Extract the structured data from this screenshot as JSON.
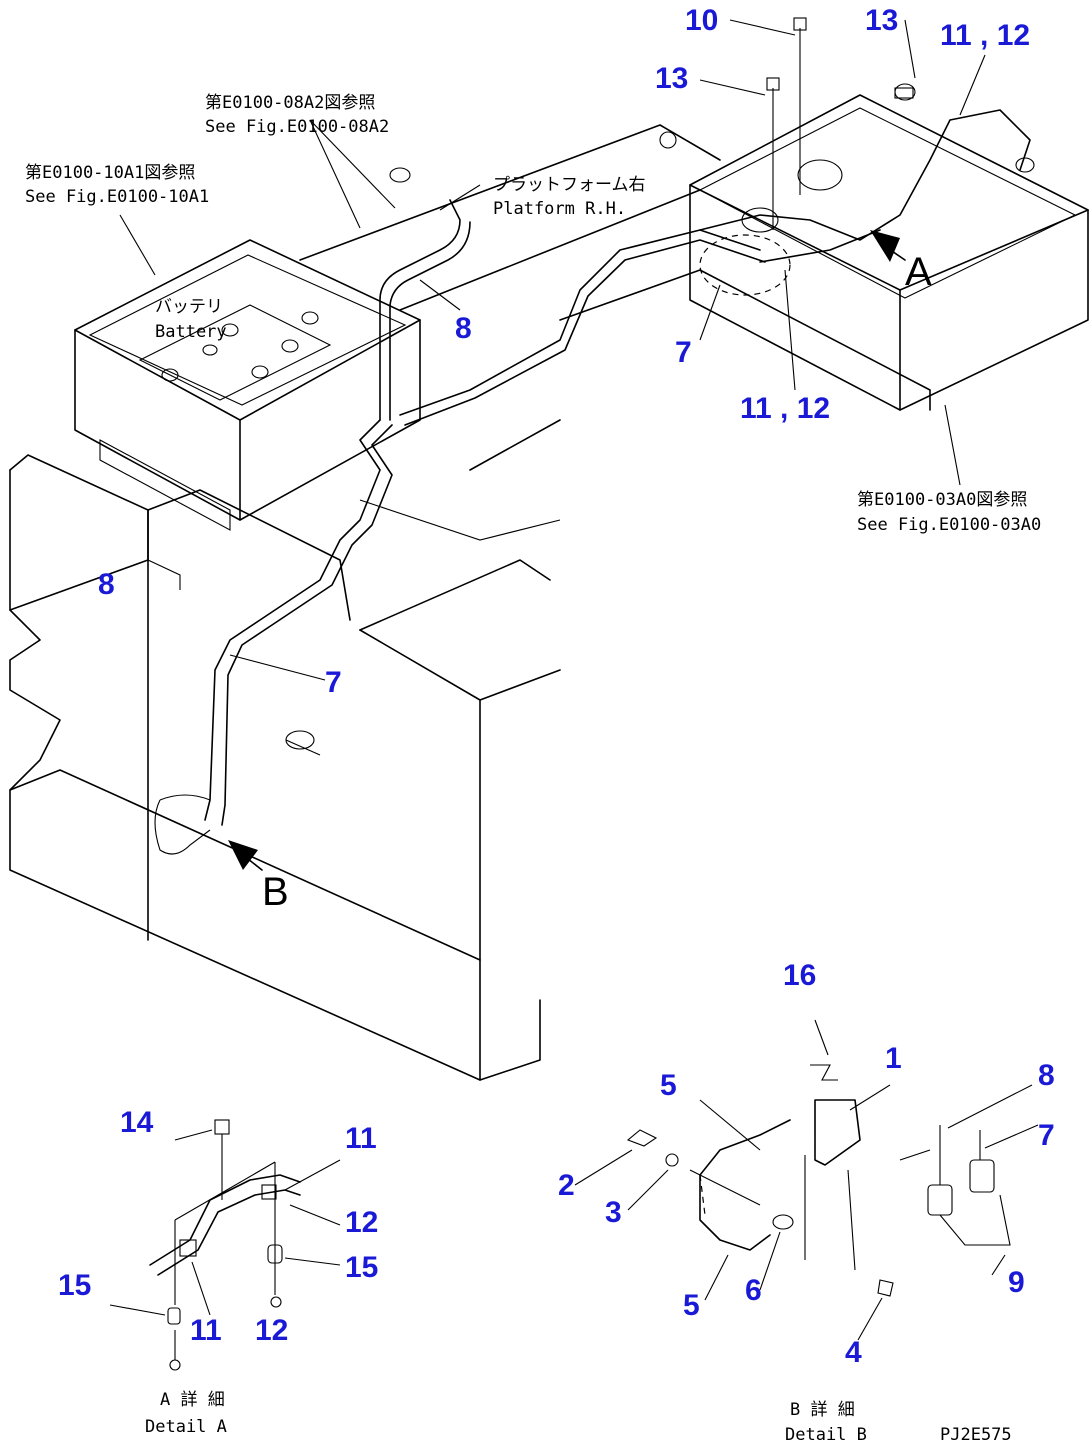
{
  "ref_notes": {
    "ref_08a2_jp": "第E0100-08A2図参照",
    "ref_08a2_en": "See Fig.E0100-08A2",
    "ref_10a1_jp": "第E0100-10A1図参照",
    "ref_10a1_en": "See Fig.E0100-10A1",
    "ref_03a0_jp": "第E0100-03A0図参照",
    "ref_03a0_en": "See Fig.E0100-03A0"
  },
  "component_labels": {
    "battery_jp": "バッテリ",
    "battery_en": "Battery",
    "platform_jp": "プラットフォーム右",
    "platform_en": "Platform R.H."
  },
  "view_markers": {
    "a": "A",
    "b": "B"
  },
  "detail_titles": {
    "a_jp": "A 詳 細",
    "a_en": "Detail A",
    "b_jp": "B 詳 細",
    "b_en": "Detail B"
  },
  "drawing_code": "PJ2E575",
  "callouts": {
    "n10": "10",
    "n13a": "13",
    "n13b": "13",
    "n11_12a": "11 , 12",
    "n11_12b": "11 , 12",
    "n8a": "8",
    "n7a": "7",
    "n8b": "8",
    "n7b": "7",
    "n16": "16",
    "n1": "1",
    "n5a": "5",
    "n8c": "8",
    "n7c": "7",
    "n2": "2",
    "n3": "3",
    "n9": "9",
    "n5b": "5",
    "n6": "6",
    "n4": "4",
    "n14": "14",
    "n11a": "11",
    "n12a": "12",
    "n15a": "15",
    "n15b": "15",
    "n11b": "11",
    "n12b": "12"
  }
}
